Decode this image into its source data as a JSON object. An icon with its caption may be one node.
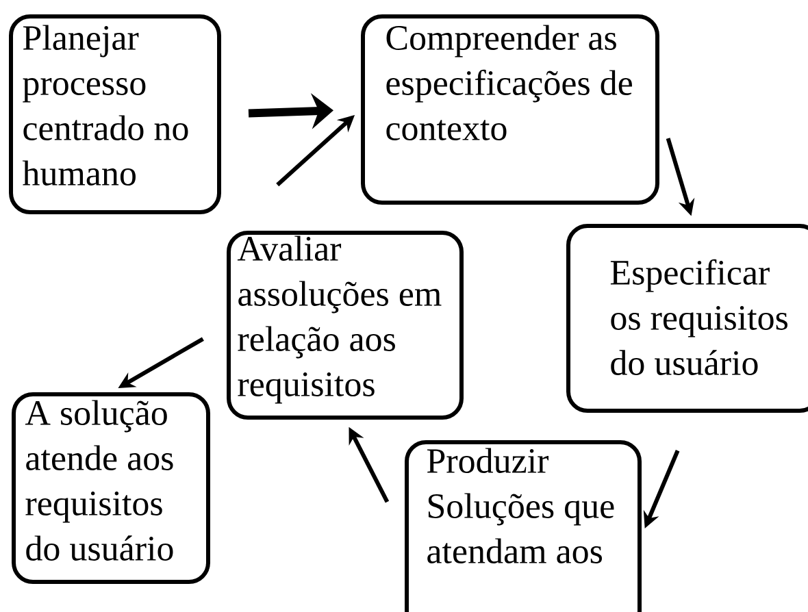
{
  "diagram": {
    "nodes": [
      {
        "text": [
          "Planejar processo centrado no humano"
        ]
      },
      {
        "text": [
          "Compreender as especificações de contexto"
        ]
      },
      {
        "text": [
          "Especificar os requisitos do usuário"
        ]
      },
      {
        "text": [
          "Produzir Soluções que atendam aos"
        ]
      },
      {
        "text": [
          "Avaliar assoluções em relação aos requisitos"
        ]
      },
      {
        "text": [
          "A solução atende aos requisitos do usuário"
        ]
      }
    ],
    "edges": [
      {
        "from": 0,
        "to": 1,
        "arrow": "to",
        "style": "thick"
      },
      {
        "from": 1,
        "to": 2,
        "arrow": "to"
      },
      {
        "from": 2,
        "to": 3,
        "arrow": "to"
      },
      {
        "from": 3,
        "to": 4,
        "arrow": "to"
      },
      {
        "from": 4,
        "to": 5,
        "arrow": "to"
      },
      {
        "from": 4,
        "to": 1,
        "arrow": "to"
      }
    ]
  }
}
